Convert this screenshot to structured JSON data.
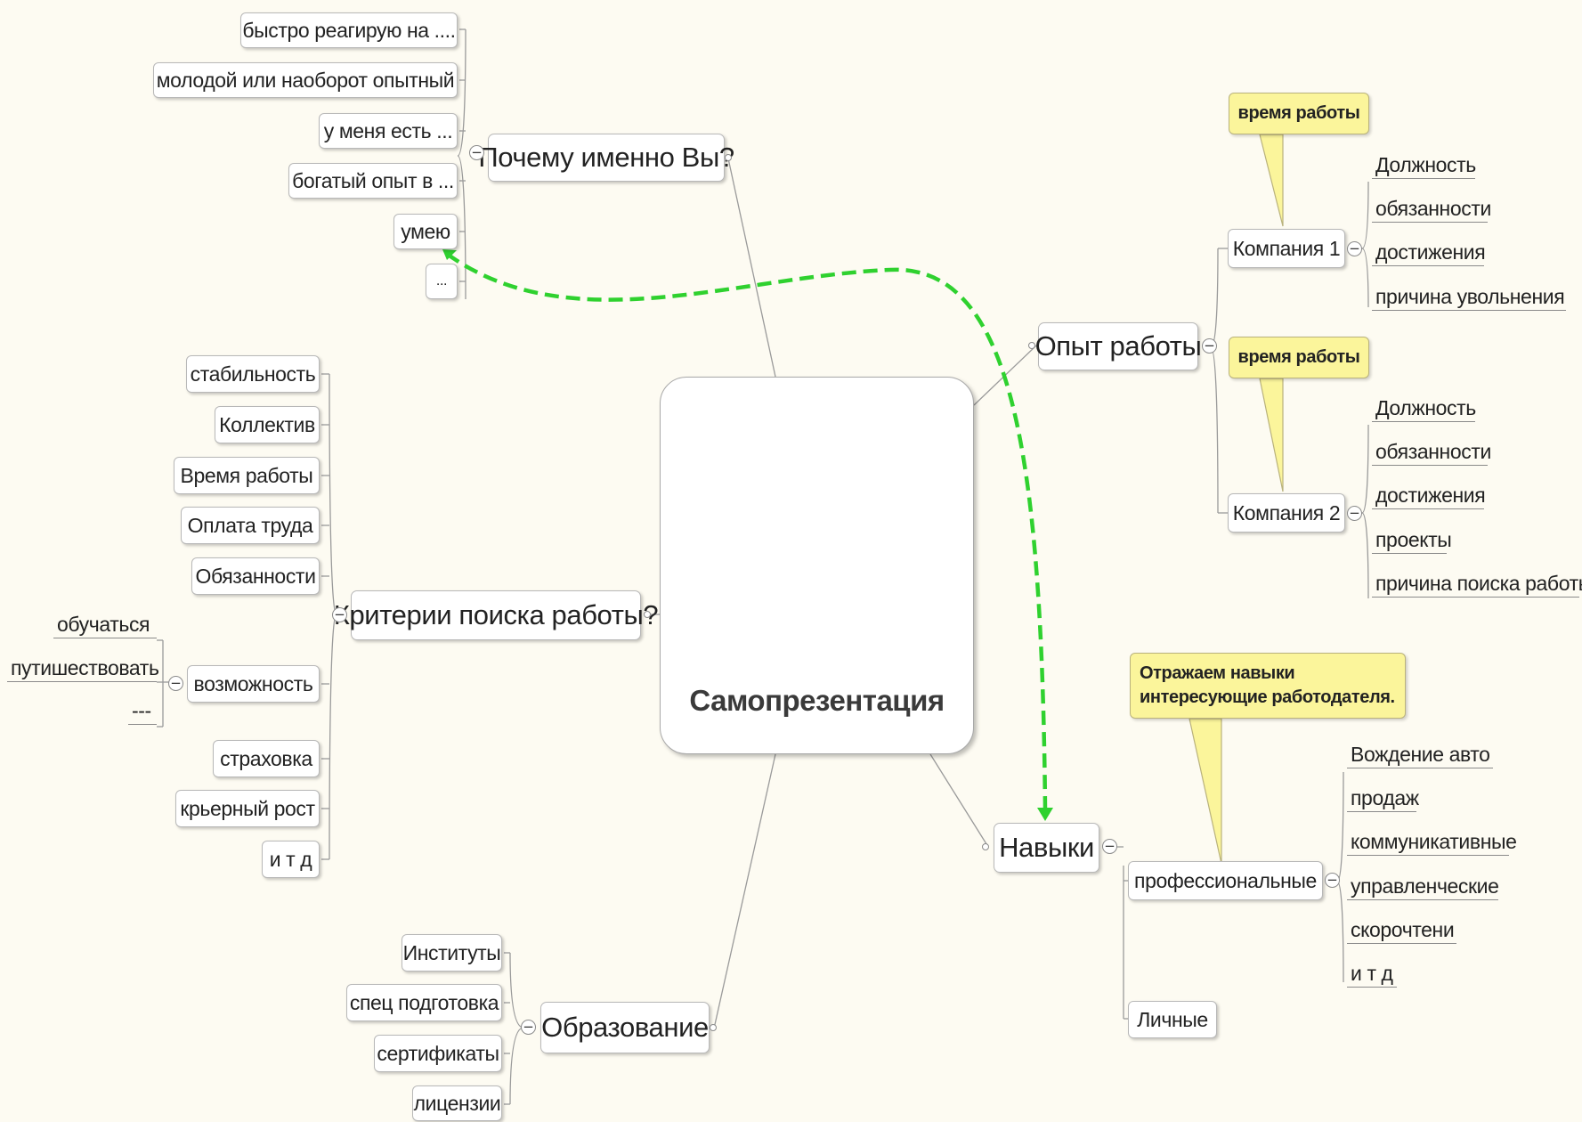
{
  "central": {
    "title": "Самопрезентация"
  },
  "why_you": {
    "label": "Почему именно Вы?",
    "items": [
      "быстро реагирую на ....",
      "молодой или наоборот опытный",
      "у меня есть ...",
      "богатый опыт в ...",
      "умею",
      "..."
    ]
  },
  "criteria": {
    "label": "Критерии поиска работы?",
    "items_top": [
      "стабильность",
      "Коллектив",
      "Время работы",
      "Оплата труда",
      "Обязанности"
    ],
    "opportunity": {
      "label": "возможность",
      "items": [
        "обучаться",
        "путишествовать",
        "---"
      ]
    },
    "items_bottom": [
      "страховка",
      "крьерный рост",
      "и т д"
    ]
  },
  "education": {
    "label": "Образование",
    "items": [
      "Институты",
      "спец подготовка",
      "сертификаты",
      "лицензии"
    ]
  },
  "experience": {
    "label": "Опыт работы",
    "company1": {
      "label": "Компания 1",
      "note": "время работы",
      "items": [
        "Должность",
        "обязанности",
        "достижения",
        "причина увольнения"
      ]
    },
    "company2": {
      "label": "Компания 2",
      "note": "время работы",
      "items": [
        "Должность",
        "обязанности",
        "достижения",
        "проекты",
        "причина поиска работы"
      ]
    }
  },
  "skills": {
    "label": "Навыки",
    "professional": {
      "label": "профессиональные",
      "note": "Отражаем навыки интересующие работодателя.",
      "items": [
        "Вождение авто",
        "продаж",
        "коммуникативные",
        "управленческие",
        "скорочтени",
        "и т д"
      ]
    },
    "personal": {
      "label": "Личные"
    }
  },
  "colors": {
    "background": "#fdfbf2",
    "relationship": "#2fd12f",
    "callout": "#fbf59b",
    "board": "#2e6b54"
  }
}
